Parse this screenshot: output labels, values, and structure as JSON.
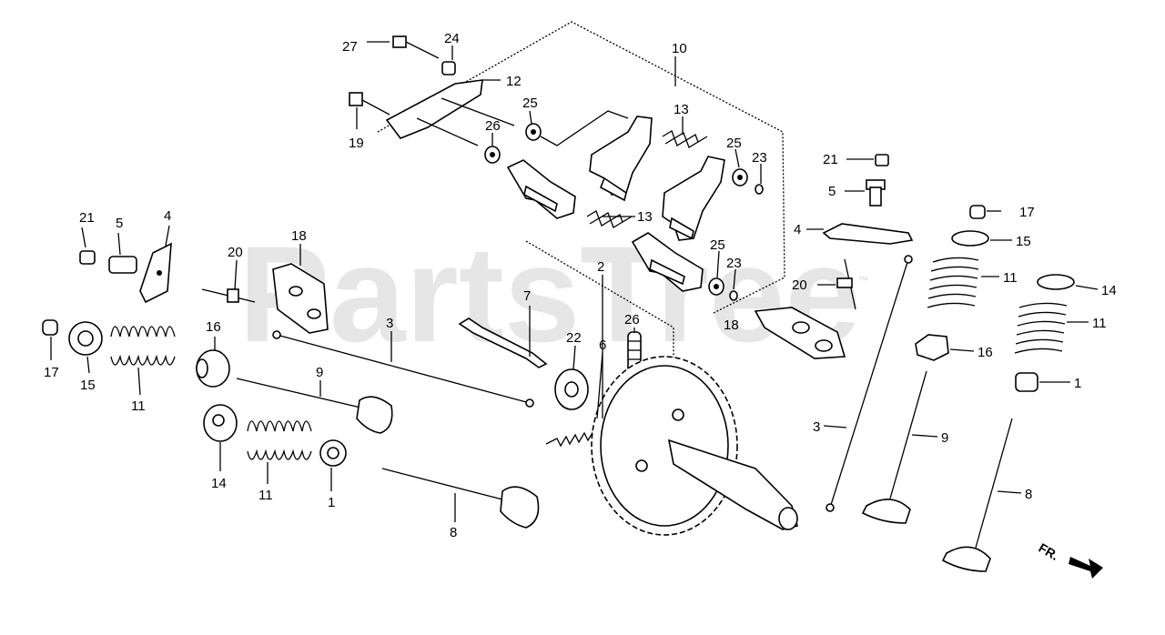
{
  "watermark": {
    "text": "PartsTree",
    "trademark": "™"
  },
  "front_marker": "FR.",
  "callouts": {
    "c27": "27",
    "c24": "24",
    "c12": "12",
    "c10": "10",
    "c19": "19",
    "c25a": "25",
    "c26": "26",
    "c13a": "13",
    "c25b": "25",
    "c23a": "23",
    "c13b": "13",
    "c25c": "25",
    "c23b": "23",
    "c21r": "21",
    "c5r": "5",
    "c17r": "17",
    "c4r": "4",
    "c15r": "15",
    "c11r": "11",
    "c14r": "14",
    "c20r": "20",
    "c18r": "18",
    "c11r2": "11",
    "c16r": "16",
    "c1r": "1",
    "c3r": "3",
    "c9r": "9",
    "c8r": "8",
    "c21l": "21",
    "c5l": "5",
    "c4l": "4",
    "c20l": "20",
    "c18l": "18",
    "c16l": "16",
    "c17l": "17",
    "c15l": "15",
    "c11l": "11",
    "c3l": "3",
    "c9l": "9",
    "c14l": "14",
    "c11l2": "11",
    "c1l": "1",
    "c8l": "8",
    "c7": "7",
    "c2": "2",
    "c26b": "26",
    "c22": "22",
    "c6": "6"
  }
}
